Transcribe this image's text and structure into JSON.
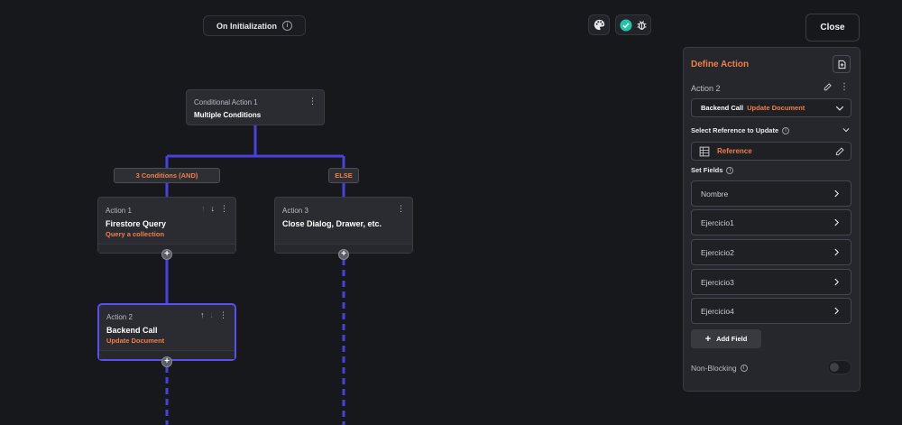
{
  "canvas": {
    "trigger_label": "On Initialization",
    "tools": {
      "palette_icon": "palette-icon",
      "check_icon": "check-circle-icon",
      "debug_icon": "bug-icon"
    },
    "close_label": "Close",
    "nodes": [
      {
        "id": "conditional",
        "label": "Conditional Action 1",
        "title": "Multiple Conditions"
      },
      {
        "id": "action1",
        "label": "Action 1",
        "title": "Firestore Query",
        "subtitle": "Query a collection"
      },
      {
        "id": "action3",
        "label": "Action 3",
        "title": "Close Dialog, Drawer, etc."
      },
      {
        "id": "action2",
        "label": "Action 2",
        "title": "Backend Call",
        "subtitle": "Update Document"
      }
    ],
    "branches": {
      "conditions": "3 Conditions (AND)",
      "else": "ELSE"
    }
  },
  "panel": {
    "title": "Define Action",
    "action_label": "Action 2",
    "action_type": {
      "main": "Backend Call",
      "sub": "Update Document"
    },
    "reference_section": "Select Reference to Update",
    "reference_value": "Reference",
    "set_fields_label": "Set Fields",
    "fields": [
      "Nombre",
      "Ejercicio1",
      "Ejercicio2",
      "Ejercicio3",
      "Ejercicio4"
    ],
    "add_field_label": "Add Field",
    "non_blocking_label": "Non-Blocking"
  },
  "colors": {
    "accent_orange": "#ef7f4a",
    "connector_blue": "#4a3fe0",
    "selection_blue": "#5a4ff0",
    "check_green": "#22c5a8"
  }
}
